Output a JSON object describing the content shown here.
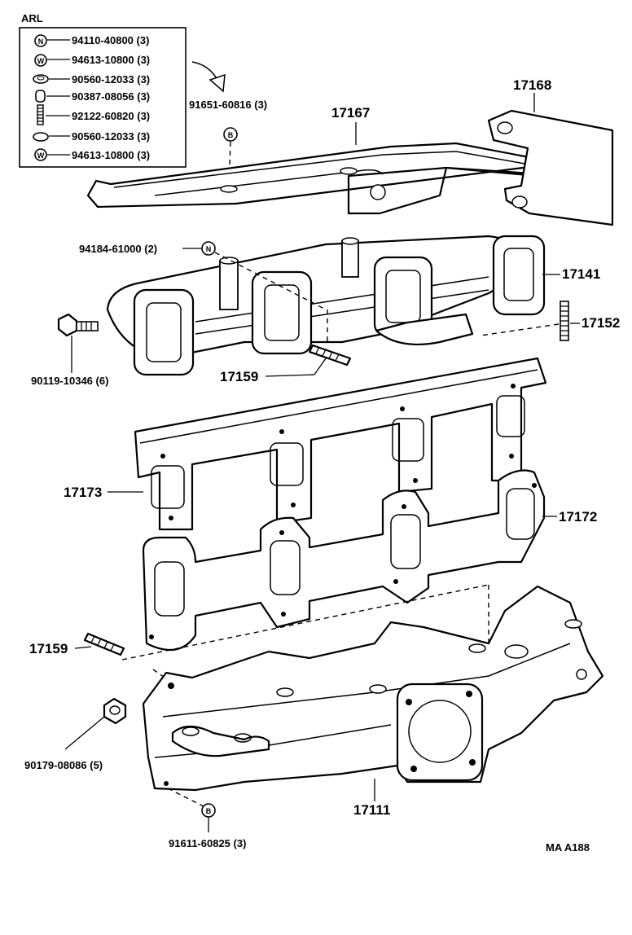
{
  "arl": {
    "title": "ARL",
    "items": [
      {
        "symbol": "N",
        "part": "94110-40800 (3)"
      },
      {
        "symbol": "W",
        "part": "94613-10800 (3)"
      },
      {
        "symbol": "",
        "part": "90560-12033 (3)"
      },
      {
        "symbol": "",
        "part": "90387-08056 (3)"
      },
      {
        "symbol": "",
        "part": "92122-60820 (3)"
      },
      {
        "symbol": "",
        "part": "90560-12033 (3)"
      },
      {
        "symbol": "W",
        "part": "94613-10800 (3)"
      }
    ]
  },
  "callouts": {
    "p91651": "91651-60816 (3)",
    "p91651_sym": "B",
    "p17167": "17167",
    "p17168": "17168",
    "p94184": "94184-61000 (2)",
    "p94184_sym": "N",
    "p17141": "17141",
    "p17152": "17152",
    "p90119": "90119-10346 (6)",
    "p17159a": "17159",
    "p17173": "17173",
    "p17172": "17172",
    "p17159b": "17159",
    "p90179": "90179-08086 (5)",
    "p17111": "17111",
    "p91611": "91611-60825 (3)",
    "p91611_sym": "B"
  },
  "figure_code": "MA A188"
}
